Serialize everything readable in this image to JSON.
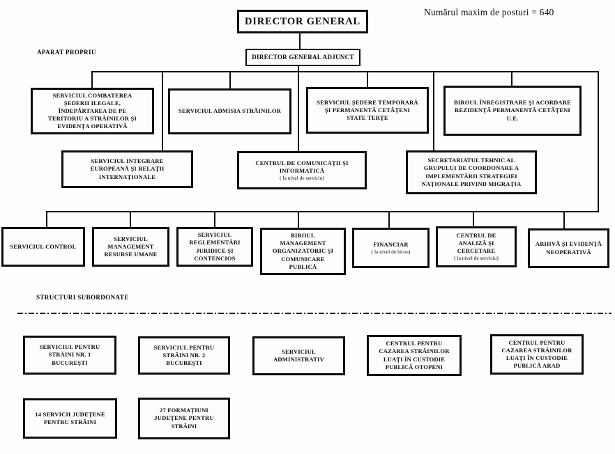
{
  "header": {
    "max_posts_note": "Numărul maxim de posturi = 640"
  },
  "section_labels": {
    "aparat_propriu": "APARAT PROPRIU",
    "structuri_subordonate": "STRUCTURI SUBORDONATE"
  },
  "nodes": {
    "director_general": {
      "label": "DIRECTOR GENERAL"
    },
    "director_general_adjunct": {
      "label": "DIRECTOR GENERAL ADJUNCT"
    },
    "combaterea_sederii_ilegale": {
      "label": "SERVICIUL COMBATEREA\nŞEDERII ILEGALE,\nÎNDEPĂRTAREA DE PE\nTERITORIU A STRĂINILOR ŞI\nEVIDENŢA OPERATIVĂ"
    },
    "admisia_strainilor": {
      "label": "SERVICIUL ADMISIA STRĂINILOR"
    },
    "sedere_temporara": {
      "label": "SERVICIUL ŞEDERE TEMPORARĂ\nŞI PERMANENTĂ CETĂŢENI\nSTATE TERŢE"
    },
    "inregistrare_rezidenta": {
      "label": "BIROUL ÎNREGISTRARE ŞI ACORDARE\nREZIDENŢĂ PERMANENTĂ CETĂŢENI\nU.E."
    },
    "integrare_europeana": {
      "label": "SERVICIUL INTEGRARE\nEUROPEANĂ ŞI RELAŢII\nINTERNAŢIONALE"
    },
    "comunicatii_informatica": {
      "label": "CENTRUL DE COMUNICAŢII ŞI\nINFORMATICĂ",
      "note": "( la nivel de serviciu)"
    },
    "secretariat_tehnic": {
      "label": "SECRETARIATUL TEHNIC AL\nGRUPULUI DE COORDONARE A\nIMPLEMENTĂRII STRATEGIEI\nNAŢIONALE PRIVIND MIGRAŢIA"
    },
    "control": {
      "label": "SERVICIUL CONTROL"
    },
    "resurse_umane": {
      "label": "SERVICIUL\nMANAGEMENT\nRESURSE UMANE"
    },
    "reglementari_juridice": {
      "label": "SERVICIUL\nREGLEMENTĂRI\nJURIDICE ŞI\nCONTENCIOS"
    },
    "management_organizatoric": {
      "label": "BIROUL\nMANAGEMENT\nORGANIZATORIC ŞI\nCOMUNICARE\nPUBLICĂ"
    },
    "financiar": {
      "label": "FINANCIAR",
      "note": "( la nivel de birou)"
    },
    "analiza_cercetare": {
      "label": "CENTRUL DE\nANALIZĂ ŞI\nCERCETARE",
      "note": "( la nivel de serviciu)"
    },
    "arhiva": {
      "label": "ARHIVĂ ŞI EVIDENŢĂ\nNEOPERATIVĂ"
    },
    "straini_nr1": {
      "label": "SERVICIUL PENTRU\nSTRĂINI NR. 1\nBUCUREŞTI"
    },
    "straini_nr2": {
      "label": "SERVICIUL PENTRU\nSTRĂINI NR. 2\nBUCUREŞTI"
    },
    "administrativ": {
      "label": "SERVICIUL\nADMINISTRATIV"
    },
    "custodie_otopeni": {
      "label": "CENTRUL PENTRU\nCAZAREA STRĂINILOR\nLUAŢI ÎN CUSTODIE\nPUBLICĂ OTOPENI"
    },
    "custodie_arad": {
      "label": "CENTRUL PENTRU\nCAZAREA STRĂINILOR\nLUAŢI ÎN CUSTODIE\nPUBLICĂ ARAD"
    },
    "servicii_judetene": {
      "label": "14 SERVICII JUDEŢENE\nPENTRU STRĂINI"
    },
    "formatiuni_judetene": {
      "label": "27 FORMAŢIUNI\nJUDEŢENE PENTRU\nSTRĂINI"
    }
  },
  "colors": {
    "ink": "#0d0d0d",
    "paper": "#fefefe"
  }
}
